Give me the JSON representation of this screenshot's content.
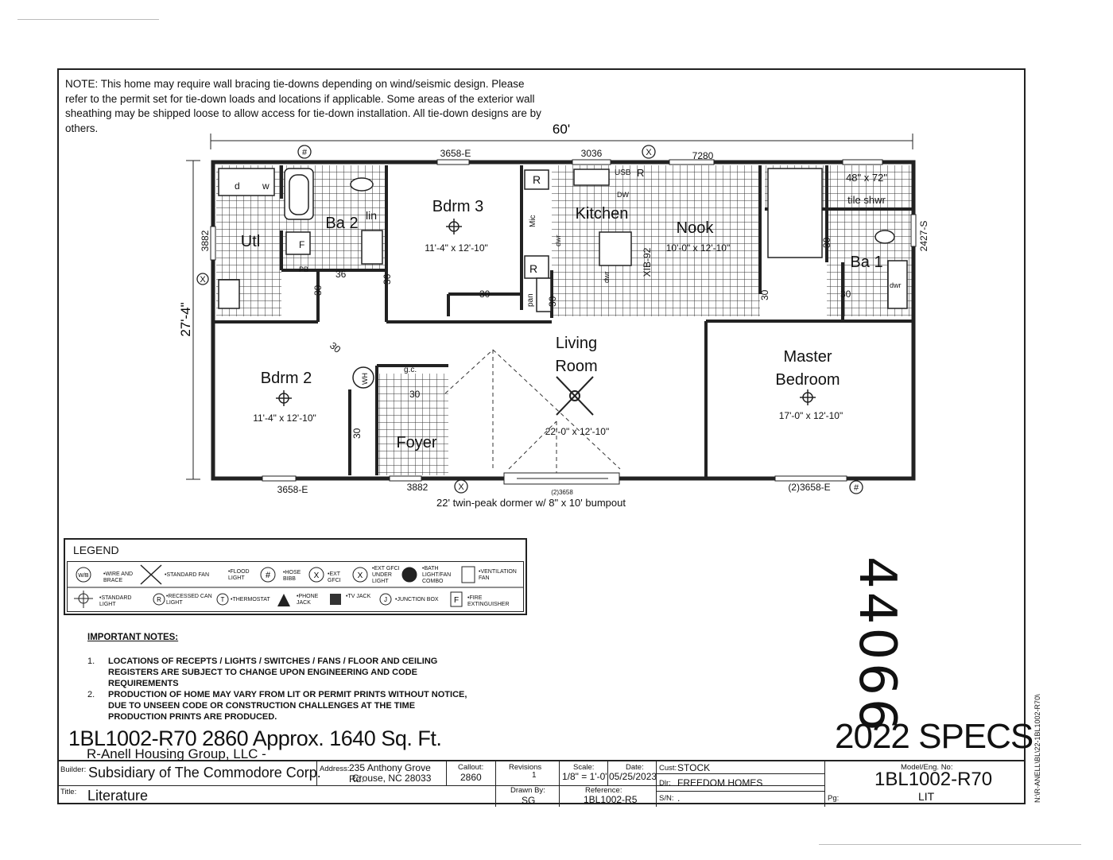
{
  "note": "NOTE: This home may require wall bracing tie-downs depending on wind/seismic design. Please refer to the permit set for tie-down loads and locations if applicable. Some areas of the exterior wall sheathing may be shipped loose to allow access for tie-down installation. All tie-down designs are by others.",
  "plan": {
    "overall_width": "60'",
    "overall_depth": "27'-4\"",
    "rooms": {
      "bdrm3": {
        "name": "Bdrm 3",
        "size": "11'-4\" x 12'-10\""
      },
      "kitchen": {
        "name": "Kitchen"
      },
      "nook": {
        "name": "Nook",
        "size": "10'-0\" x 12'-10\""
      },
      "ba2": {
        "name": "Ba 2"
      },
      "utl": {
        "name": "Utl"
      },
      "ba1": {
        "name": "Ba 1"
      },
      "bdrm2": {
        "name": "Bdrm 2",
        "size": "11'-4\" x 12'-10\""
      },
      "living": {
        "name1": "Living",
        "name2": "Room",
        "size": "22'-0\" x 12'-10\""
      },
      "master": {
        "name1": "Master",
        "name2": "Bedroom",
        "size": "17'-0\" x 12'-10\""
      },
      "foyer": {
        "name": "Foyer"
      }
    },
    "labels": {
      "win_top_left": "3658-E",
      "win_top_kitchen": "3036",
      "win_top_nook": "7280",
      "win_left": "3882",
      "win_right": "2427-S",
      "win_bottom_left": "3658-E",
      "door_front": "3882",
      "win_dormer": "(2)3658",
      "win_bottom_right": "(2)3658-E",
      "dormer_note": "22' twin-peak dormer w/ 8\" x 10' bumpout",
      "shower": "48\" x 72\"",
      "shower2": "tile shwr",
      "xib": "XIB-92",
      "d": "d",
      "w": "w",
      "lin": "lin",
      "f": "F",
      "pb": "PB",
      "r1": "R",
      "r2": "R",
      "r3": "R",
      "mic": "Mic",
      "usb": "USB",
      "dw": "DW",
      "dwr1": "dwr",
      "dwr2": "dwr",
      "dwr3": "dwr",
      "pan": "pan",
      "wh": "WH",
      "gc": "g.c.",
      "d30a": "30",
      "d30b": "30",
      "d30c": "30",
      "d30d": "30",
      "d30e": "30",
      "d30f": "30",
      "d30g": "30",
      "d30h": "30",
      "d30i": "30",
      "d36a": "36",
      "d36b": "36"
    }
  },
  "legend": {
    "title": "LEGEND",
    "items": [
      {
        "sym": "W/B",
        "label": "•WIRE AND BRACE"
      },
      {
        "sym": "fan",
        "label": "•STANDARD FAN"
      },
      {
        "sym": "flood",
        "label": "•FLOOD LIGHT"
      },
      {
        "sym": "#",
        "label": "•HOSE BIBB"
      },
      {
        "sym": "X",
        "label": "•EXT GFCI"
      },
      {
        "sym": "X",
        "label": "•EXT GFCI UNDER LIGHT"
      },
      {
        "sym": "bath",
        "label": "•BATH LIGHT/FAN COMBO"
      },
      {
        "sym": "vent",
        "label": "•VENTILATION FAN"
      },
      {
        "sym": "std",
        "label": "•STANDARD LIGHT"
      },
      {
        "sym": "R",
        "label": "•RECESSED CAN LIGHT"
      },
      {
        "sym": "T",
        "label": "•THERMOSTAT"
      },
      {
        "sym": "tri",
        "label": "•PHONE JACK"
      },
      {
        "sym": "sq",
        "label": "•TV JACK"
      },
      {
        "sym": "J",
        "label": "•JUNCTION BOX"
      },
      {
        "sym": "F",
        "label": "•FIRE EXTINGUISHER"
      }
    ]
  },
  "important": {
    "title": "IMPORTANT NOTES:",
    "items": [
      {
        "num": "1.",
        "text": "LOCATIONS OF RECEPTS / LIGHTS / SWITCHES / FANS / FLOOR AND CEILING REGISTERS ARE SUBJECT TO CHANGE UPON ENGINEERING AND CODE REQUIREMENTS"
      },
      {
        "num": "2.",
        "text": "PRODUCTION OF HOME MAY VARY FROM LIT OR PERMIT PRINTS WITHOUT NOTICE, DUE TO UNSEEN CODE OR CONSTRUCTION CHALLENGES AT THE TIME PRODUCTION PRINTS ARE PRODUCED."
      }
    ]
  },
  "handwritten_number": "44066",
  "model_title": "1BL1002-R70 2860 Approx. 1640 Sq. Ft.",
  "specs": "2022 SPECS",
  "title_block": {
    "builder_label": "Builder:",
    "builder_line1": "R-Anell Housing Group, LLC -",
    "builder_line2": "Subsidiary of The Commodore Corp.",
    "address_label": "Address:",
    "address1": "235 Anthony Grove Rd.",
    "address2": "Crouse, NC 28033",
    "callout_label": "Callout:",
    "callout": "2860",
    "revisions_label": "Revisions",
    "revisions_val": "1",
    "drawn_label": "Drawn By:",
    "drawn": "SG",
    "scale_label": "Scale:",
    "scale": "1/8\" = 1'-0\"",
    "date_label": "Date:",
    "date": "05/25/2023",
    "reference_label": "Reference:",
    "reference": "1BL1002-R5",
    "cust_label": "Cust:",
    "cust": "STOCK",
    "dlr_label": "Dlr:",
    "dlr": "FREEDOM HOMES",
    "sn_label": "S/N:",
    "sn": ".",
    "model_label": "Model/Eng. No:",
    "model": "1BL1002-R70",
    "title_label": "Title:",
    "title": "Literature",
    "lit": "LIT",
    "pg_label": "Pg:"
  },
  "side_text": "N:\\R-ANELL\\BL\\22-1BL1002-R70\\"
}
